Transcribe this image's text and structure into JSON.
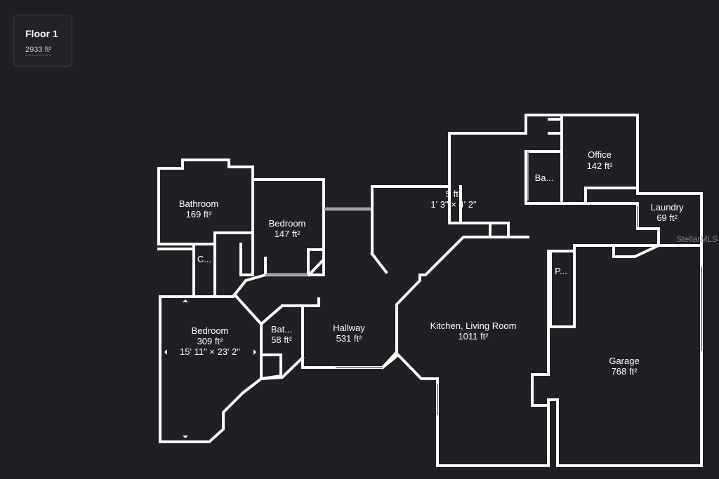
{
  "floor": {
    "title": "Floor 1",
    "area": "2933 ft²"
  },
  "watermark": "StellarMLS",
  "rooms": {
    "bathroom_main": {
      "name": "Bathroom",
      "area": "169 ft²"
    },
    "bedroom_small": {
      "name": "Bedroom",
      "area": "147 ft²"
    },
    "closet": {
      "name": "C..."
    },
    "bedroom_large": {
      "name": "Bedroom",
      "area": "309 ft²",
      "dimensions": "15' 11\" × 23' 2\""
    },
    "bath_small": {
      "name": "Bat...",
      "area": "58 ft²"
    },
    "hallway": {
      "name": "Hallway",
      "area": "531 ft²"
    },
    "five_ft": {
      "name": "5 ft²",
      "dimensions": "1' 3\" × 4' 2\""
    },
    "bath_office": {
      "name": "Ba..."
    },
    "office": {
      "name": "Office",
      "area": "142 ft²"
    },
    "laundry": {
      "name": "Laundry",
      "area": "69 ft²"
    },
    "pantry": {
      "name": "P..."
    },
    "kitchen": {
      "name": "Kitchen, Living Room",
      "area": "1011 ft²"
    },
    "garage": {
      "name": "Garage",
      "area": "768 ft²"
    }
  }
}
